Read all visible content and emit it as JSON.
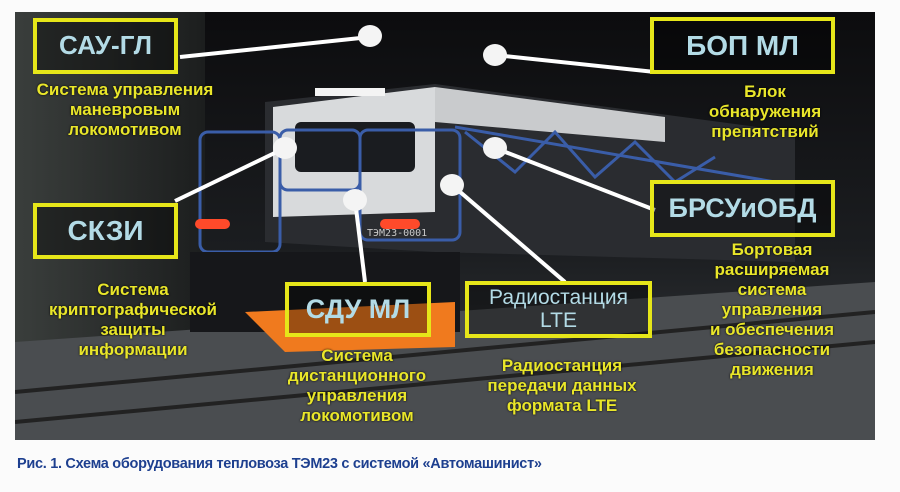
{
  "labels": {
    "sau": {
      "code": "САУ-ГЛ",
      "description": [
        "Система управления",
        "маневровым",
        "локомотивом"
      ]
    },
    "bop": {
      "code": "БОП МЛ",
      "description": [
        "Блок",
        "обнаружения",
        "препятствий"
      ]
    },
    "skzi": {
      "code": "СКЗИ",
      "description": [
        "Система",
        "криптографической",
        "защиты",
        "информации"
      ]
    },
    "brsu": {
      "code": "БРСУиОБД",
      "description": [
        "Бортовая",
        "расширяемая",
        "система",
        "управления",
        "и обеспечения",
        "безопасности",
        "движения"
      ]
    },
    "sdu": {
      "code": "СДУ МЛ",
      "description": [
        "Система",
        "дистанционного",
        "управления",
        "локомотивом"
      ]
    },
    "lte": {
      "code": [
        "Радиостанция",
        "LTE"
      ],
      "description": [
        "Радиостанция",
        "передачи данных",
        "формата LTE"
      ]
    }
  },
  "loco_plate": "ТЭМ23-0001",
  "caption": "Рис. 1. Схема оборудования тепловоза ТЭМ23 с системой «Автомашинист»",
  "colors": {
    "frame": "#e6e619",
    "code_text": "#b3dbe6",
    "desc_text": "#e9e62a",
    "caption": "#1d3f8f"
  }
}
